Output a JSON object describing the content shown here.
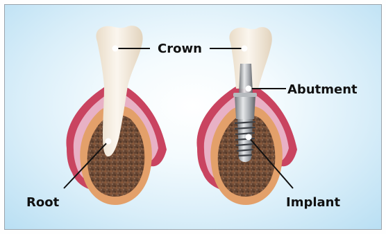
{
  "labels": {
    "crown": "Crown",
    "abutment": "Abutment",
    "root": "Root",
    "implant": "Implant"
  },
  "colors": {
    "background_edge": "#b9dff3",
    "gum_outer": "#c94460",
    "gum_inner": "#e8b1c5",
    "bone_rim": "#e8a56a",
    "bone_core": "#6b4a36",
    "tooth": "#f3eadc",
    "implant_metal": "#9ea2a7"
  },
  "icons": [
    "natural-tooth-illustration",
    "dental-implant-illustration"
  ]
}
